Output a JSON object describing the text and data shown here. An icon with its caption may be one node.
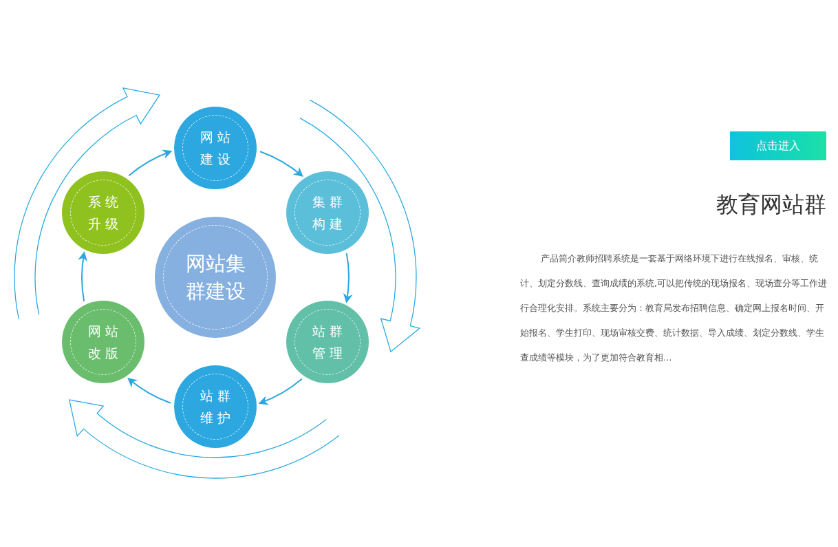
{
  "diagram": {
    "title": "教育网站群",
    "nodes": [
      {
        "text": [
          "网站集群建设"
        ]
      },
      {
        "text": [
          "网站建设"
        ]
      },
      {
        "text": [
          "集群构建"
        ]
      },
      {
        "text": [
          "站群管理"
        ]
      },
      {
        "text": [
          "站群维护"
        ]
      },
      {
        "text": [
          "网站改版"
        ]
      },
      {
        "text": [
          "系统升级"
        ]
      }
    ],
    "edges": [
      {
        "from": 1,
        "to": 2,
        "arrow": "to"
      },
      {
        "from": 2,
        "to": 3,
        "arrow": "to"
      },
      {
        "from": 3,
        "to": 4,
        "arrow": "to"
      },
      {
        "from": 4,
        "to": 5,
        "arrow": "to"
      },
      {
        "from": 5,
        "to": 6,
        "arrow": "to"
      },
      {
        "from": 6,
        "to": 1,
        "arrow": "to"
      }
    ],
    "labels": [
      "点击进入",
      "产品简介教师招聘系统是一套基于网络环境下进行在线报名、审核、统计、划定分数线、查询成绩的系统,可以把传统的现场报名、现场查分等工作进行合理化安排。系统主要分为：教育局发布招聘信息、确定网上报名时间、开始报名、学生打印、现场审核交费、统计数据、导入成绩、划定分数线、学生查成绩等模块，为了更加符合教育相..."
    ]
  }
}
